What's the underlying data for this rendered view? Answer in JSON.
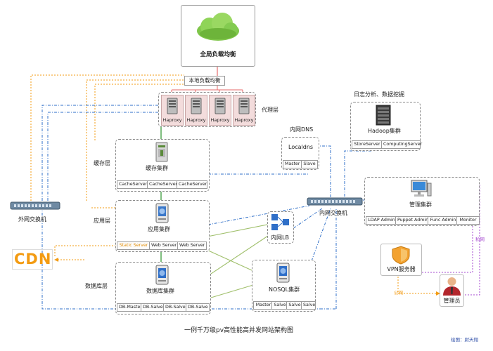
{
  "title": "一例千万级pv高性能高并发网站架构图",
  "credit": "绘图：尉天翔",
  "global_lb": {
    "label": "全局负载均衡"
  },
  "local_lb": {
    "label": "本地负载均衡"
  },
  "proxy": {
    "layer_label": "代理层",
    "servers": [
      "Haproxy",
      "Haproxy",
      "Haproxy",
      "Haproxy"
    ]
  },
  "cache": {
    "layer_label": "缓存层",
    "cluster_label": "缓存集群",
    "servers": [
      "CacheServer",
      "CacheServer",
      "CacheServer"
    ]
  },
  "app": {
    "layer_label": "应用层",
    "cluster_label": "应用集群",
    "servers": [
      "Static Server",
      "Web Server",
      "Web Server"
    ]
  },
  "db": {
    "layer_label": "数据库层",
    "cluster_label": "数据库集群",
    "servers": [
      "DB-Master",
      "DB-Salve",
      "DB-Salve",
      "DB-Salve"
    ]
  },
  "dns": {
    "title": "内网DNS",
    "label": "Localdns",
    "servers": [
      "Master",
      "Slave"
    ]
  },
  "hadoop": {
    "title": "日志分析、数据挖掘",
    "label": "Hadoop集群",
    "servers": [
      "StoreServer",
      "ComputingServer"
    ]
  },
  "outer_switch": {
    "label": "外网交换机"
  },
  "inner_switch": {
    "label": "内网交换机"
  },
  "inner_lb": {
    "label": "内网LB"
  },
  "nosql": {
    "label": "NOSQL集群",
    "servers": [
      "Master",
      "Salve",
      "Salve",
      "Salve"
    ]
  },
  "mgmt": {
    "label": "管理集群",
    "servers": [
      "LDAP Admin",
      "Puppet Admin",
      "Func Admin",
      "Monitor"
    ]
  },
  "vpn": {
    "label": "VPN服务器"
  },
  "admin": {
    "label": "管理员"
  },
  "cdn": {
    "label": "CDN"
  },
  "edges": {
    "private_net": "私网",
    "public_net": "公网"
  },
  "colors": {
    "orange": "#f39b12",
    "blue": "#2f6fc8",
    "green": "#3c9c3c",
    "olive": "#9fbf6a",
    "pink": "#e46a6a",
    "purple": "#a64ad0",
    "gray": "#777777"
  }
}
